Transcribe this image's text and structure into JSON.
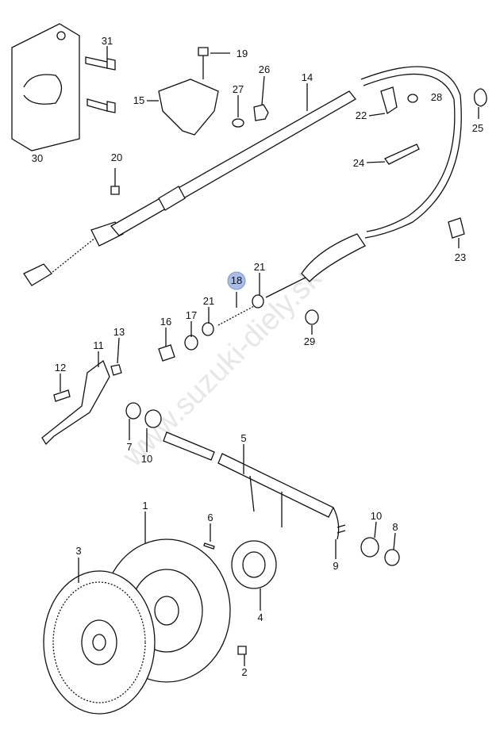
{
  "watermark": "www.suzuki-diely.sk",
  "highlight_color": "#a9bde6",
  "selected_part": "18",
  "labels": {
    "p31": "31",
    "p19": "19",
    "p26": "26",
    "p14": "14",
    "p27": "27",
    "p28": "28",
    "p15": "15",
    "p22": "22",
    "p25": "25",
    "p30": "30",
    "p20": "20",
    "p24": "24",
    "p23": "23",
    "p21a": "21",
    "p18": "18",
    "p21b": "21",
    "p17": "17",
    "p16": "16",
    "p13": "13",
    "p29": "29",
    "p11": "11",
    "p12": "12",
    "p5": "5",
    "p7": "7",
    "p10a": "10",
    "p1": "1",
    "p6": "6",
    "p10b": "10",
    "p8": "8",
    "p3": "3",
    "p9": "9",
    "p4": "4",
    "p2": "2"
  }
}
